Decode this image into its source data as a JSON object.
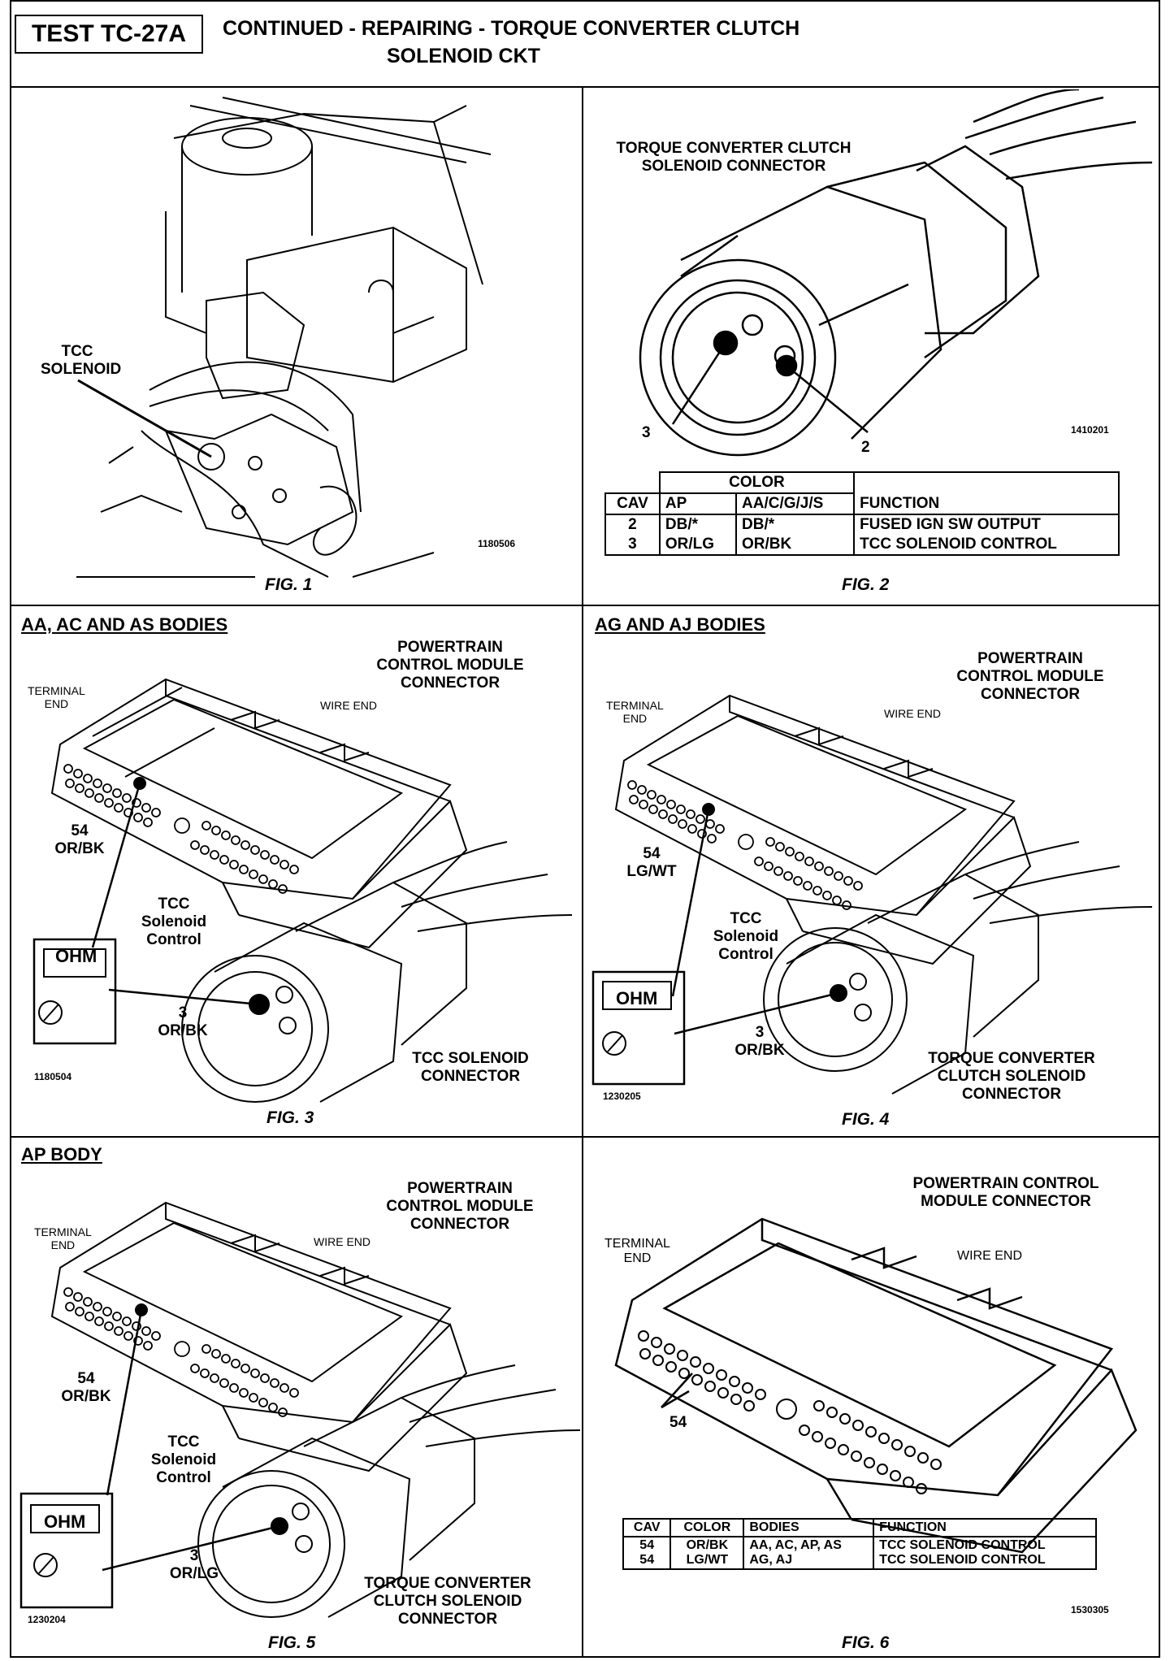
{
  "header": {
    "test_id": "TEST TC-27A",
    "title_line1": "CONTINUED -  REPAIRING - TORQUE CONVERTER CLUTCH",
    "title_line2": "SOLENOID CKT"
  },
  "fig1": {
    "label": "TCC\nSOLENOID",
    "code": "1180506",
    "caption": "FIG. 1"
  },
  "fig2": {
    "title": "TORQUE CONVERTER CLUTCH\nSOLENOID CONNECTOR",
    "pin_a": "3",
    "pin_b": "2",
    "code": "1410201",
    "caption": "FIG. 2",
    "table": {
      "color_header": "COLOR",
      "headers": [
        "CAV",
        "AP",
        "AA/C/G/J/S",
        "FUNCTION"
      ],
      "rows": [
        [
          "2",
          "DB/*",
          "DB/*",
          "FUSED IGN SW OUTPUT"
        ],
        [
          "3",
          "OR/LG",
          "OR/BK",
          "TCC SOLENOID CONTROL"
        ]
      ]
    }
  },
  "fig3": {
    "heading": "AA, AC AND AS BODIES",
    "pcm_label": "POWERTRAIN\nCONTROL MODULE\nCONNECTOR",
    "terminal_end": "TERMINAL\nEND",
    "wire_end": "WIRE END",
    "pin_label": "54\nOR/BK",
    "tcc_label": "TCC\nSolenoid\nControl",
    "meter": "OHM",
    "cav_label": "3\nOR/BK",
    "solenoid_label": "TCC SOLENOID\nCONNECTOR",
    "code": "1180504",
    "caption": "FIG. 3"
  },
  "fig4": {
    "heading": "AG AND AJ BODIES",
    "pcm_label": "POWERTRAIN\nCONTROL MODULE\nCONNECTOR",
    "terminal_end": "TERMINAL\nEND",
    "wire_end": "WIRE END",
    "pin_label": "54\nLG/WT",
    "tcc_label": "TCC\nSolenoid\nControl",
    "meter": "OHM",
    "cav_label": "3\nOR/BK",
    "solenoid_label": "TORQUE CONVERTER\nCLUTCH SOLENOID\nCONNECTOR",
    "code": "1230205",
    "caption": "FIG. 4"
  },
  "fig5": {
    "heading": "AP BODY",
    "pcm_label": "POWERTRAIN\nCONTROL MODULE\nCONNECTOR",
    "terminal_end": "TERMINAL\nEND",
    "wire_end": "WIRE END",
    "pin_label": "54\nOR/BK",
    "tcc_label": "TCC\nSolenoid\nControl",
    "meter": "OHM",
    "cav_label": "3\nOR/LG",
    "solenoid_label": "TORQUE CONVERTER\nCLUTCH SOLENOID\nCONNECTOR",
    "code": "1230204",
    "caption": "FIG. 5"
  },
  "fig6": {
    "pcm_label": "POWERTRAIN CONTROL\nMODULE CONNECTOR",
    "terminal_end": "TERMINAL\nEND",
    "wire_end": "WIRE END",
    "pin": "54",
    "code": "1530305",
    "caption": "FIG. 6",
    "table": {
      "headers": [
        "CAV",
        "COLOR",
        "BODIES",
        "FUNCTION"
      ],
      "rows": [
        [
          "54\n54",
          "OR/BK\nLG/WT",
          "AA, AC, AP, AS\nAG, AJ",
          "TCC SOLENOID CONTROL\nTCC SOLENOID CONTROL"
        ]
      ]
    }
  }
}
